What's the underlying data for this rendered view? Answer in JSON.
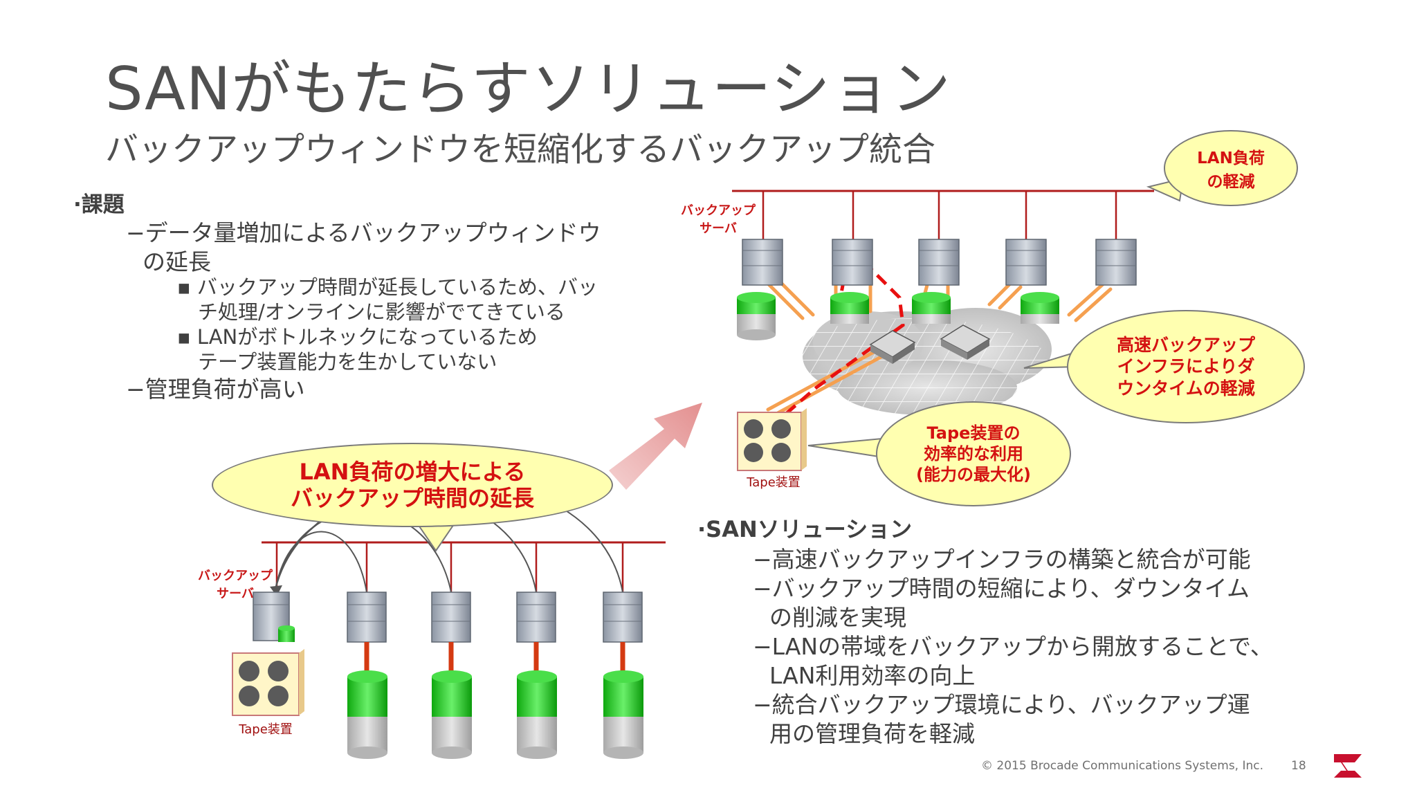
{
  "slide": {
    "title": "SANがもたらすソリューション",
    "subtitle": "バックアップウィンドウを短縮化するバックアップ統合"
  },
  "issues": {
    "header": "·課題",
    "item1_line1": "−データ量増加によるバックアップウィンドウ",
    "item1_line2": "の延長",
    "sub1_line1": "▪ バックアップ時間が延長しているため、バッ",
    "sub1_line2": "チ処理/オンラインに影響がでてきている",
    "sub2_line1": "▪ LANがボトルネックになっているため",
    "sub2_line2": "テープ装置能力を生かしていない",
    "item2": "−管理負荷が高い"
  },
  "solution": {
    "header": "·SANソリューション",
    "lines": [
      "−高速バックアップインフラの構築と統合が可能",
      "−バックアップ時間の短縮により、ダウンタイム",
      "の削減を実現",
      "−LANの帯域をバックアップから開放することで、",
      "LAN利用効率の向上",
      "−統合バックアップ環境により、バックアップ運",
      "用の管理負荷を軽減"
    ]
  },
  "callouts": {
    "lan_increase": "LAN負荷の増大による\nバックアップ時間の延長",
    "lan_reduce": "LAN負荷\nの軽減",
    "fast_backup": "高速バックアップ\nインフラによりダ\nウンタイムの軽減",
    "tape_efficient": "Tape装置の\n効率的な利用\n(能力の最大化)"
  },
  "diagram_labels": {
    "backup_server_top": "バックアップ\nサーバ",
    "backup_server_bottom": "バックアップ\nサーバ",
    "tape_top": "Tape装置",
    "tape_bottom": "Tape装置"
  },
  "footer": {
    "copyright": "© 2015  Brocade Communications Systems, Inc.",
    "page_number": "18"
  },
  "colors": {
    "accent_red": "#d41111",
    "lan_line": "#b01c1c",
    "fc_link": "#f5a050",
    "disk_green": "#28c828",
    "callout_fill": "#ffffb0",
    "brand": "#c8102e"
  }
}
